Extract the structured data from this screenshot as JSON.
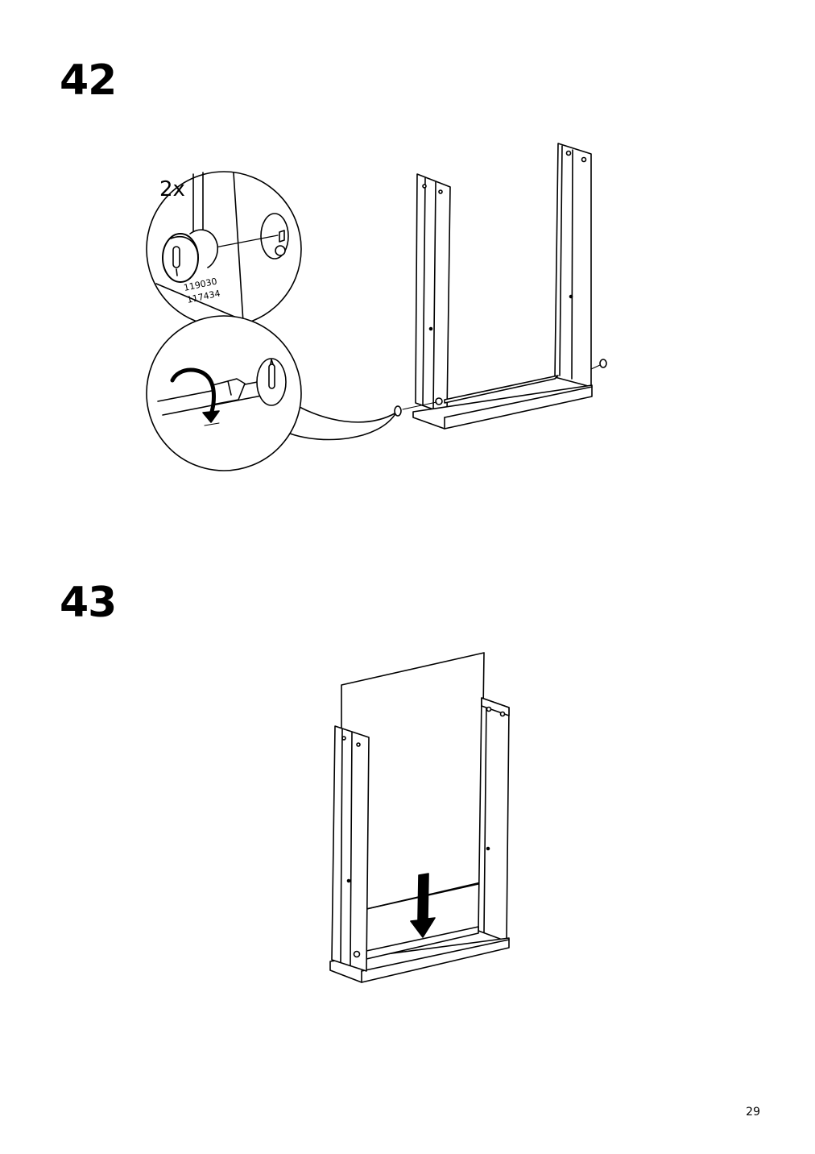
{
  "steps": [
    {
      "number": "42",
      "quantity_label": "2x",
      "part_numbers": [
        "119030",
        "117434"
      ]
    },
    {
      "number": "43"
    }
  ],
  "page_number": "29",
  "icons": [
    "cam-lock-fitting-icon",
    "screwdriver-turn-icon",
    "down-arrow-icon"
  ]
}
